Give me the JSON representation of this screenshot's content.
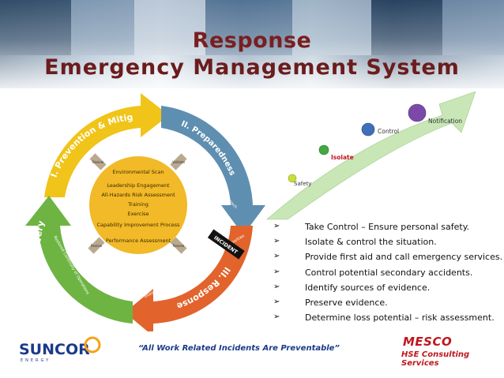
{
  "slide": {
    "title_line1": "Response",
    "title_line2": "Emergency Management System"
  },
  "cycle": {
    "phases": [
      {
        "title": "I. Prevention & Mitigation",
        "subtitle": "Reduce Risk",
        "color": "#f0c418"
      },
      {
        "title": "II. Preparedness",
        "subtitle": "Operational Readiness Coordinated Approach",
        "color": "#5f8fb0"
      },
      {
        "title": "III. Response",
        "subtitle": "Integrated Response in accordance with Strategic Priorities",
        "color": "#e2632b"
      },
      {
        "title": "IV. Recovery",
        "subtitle": "Restored Continuity of Operations",
        "color": "#6db443"
      }
    ],
    "center_items": [
      "Environmental Scan",
      "Leadership Engagement",
      "All-Hazards Risk Assessment",
      "Training",
      "Exercise",
      "Capability Improvement Process",
      "Performance Assessment"
    ],
    "incident_label": "INCIDENT",
    "connector_labels": [
      "Review",
      "Validate",
      "Review",
      "Review"
    ],
    "center_color": "#f2b928"
  },
  "stairs": {
    "steps": [
      {
        "label": "Safety",
        "color": "#c8df3a",
        "label_color": "#333333"
      },
      {
        "label": "Isolate",
        "color": "#43a843",
        "label_color": "#c0161c"
      },
      {
        "label": "Control",
        "color": "#3f6fb8",
        "label_color": "#333333"
      },
      {
        "label": "Notification",
        "color": "#7b4aa8",
        "label_color": "#333333"
      }
    ],
    "arrow_color": "#c9e6b7"
  },
  "bullets": [
    "Take Control – Ensure personal safety.",
    "Isolate & control the situation.",
    "Provide first aid and call emergency services.",
    "Control potential secondary accidents.",
    "Identify sources of evidence.",
    "Preserve evidence.",
    "Determine loss potential – risk assessment."
  ],
  "footer": {
    "company": "SUNCOR",
    "company_sub": "ENERGY",
    "tagline": "“All Work Related Incidents Are Preventable”",
    "mesco": "MESCO",
    "mesco_sub": "HSE Consulting Services"
  }
}
